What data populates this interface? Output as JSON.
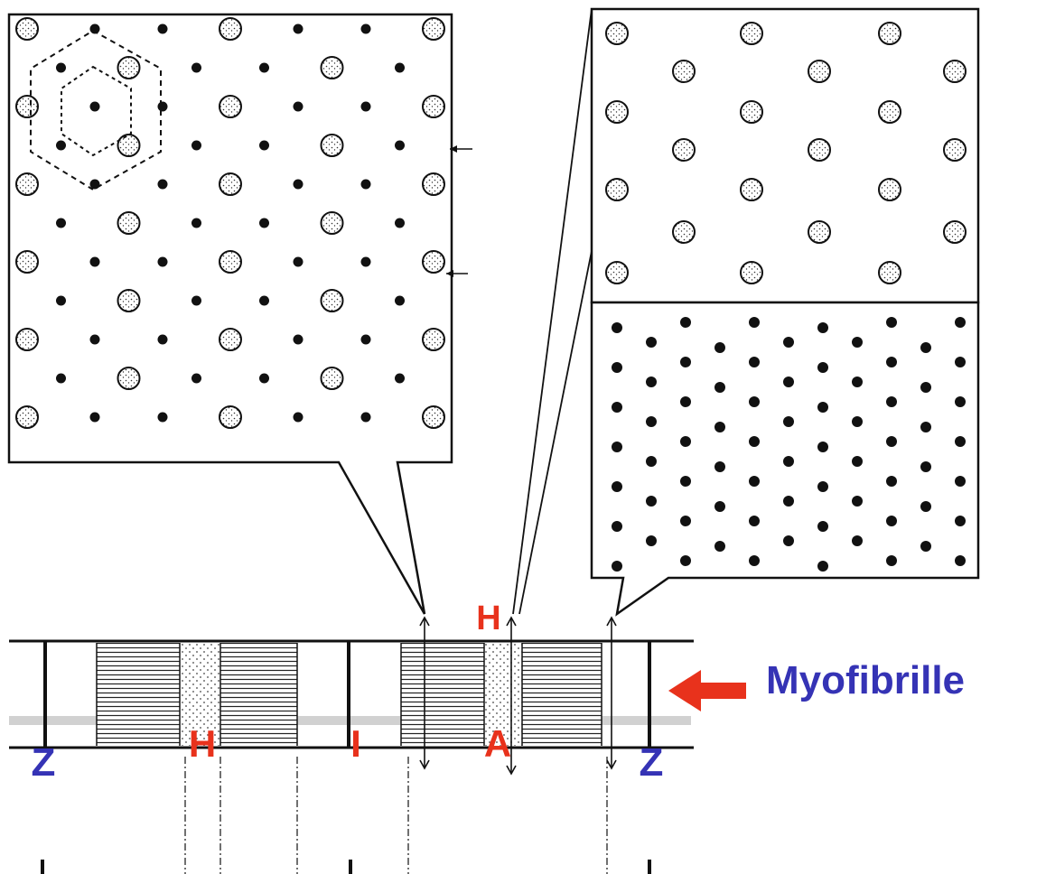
{
  "diagram": {
    "labels": {
      "h_top": "H",
      "myofibrille": "Myofibrille",
      "z_left": "Z",
      "h_bottom": "H",
      "i_band": "I",
      "a_band": "A",
      "z_right": "Z"
    },
    "panels": {
      "overlap_cross_section": {
        "thick_filament_pattern": "hexagonal lattice",
        "thin_filament_pattern": "hexagonal around thick"
      },
      "h_zone_cross_section": {
        "filaments": "thick only"
      },
      "i_band_cross_section": {
        "filaments": "thin only"
      }
    },
    "colors": {
      "label_red": "#e8321c",
      "label_blue": "#3533b5",
      "arrow_red": "#e8321c",
      "line": "#111111"
    },
    "icons": [
      "thick-filament-icon",
      "thin-filament-icon",
      "arrow-left-icon",
      "double-arrow-icon"
    ]
  }
}
